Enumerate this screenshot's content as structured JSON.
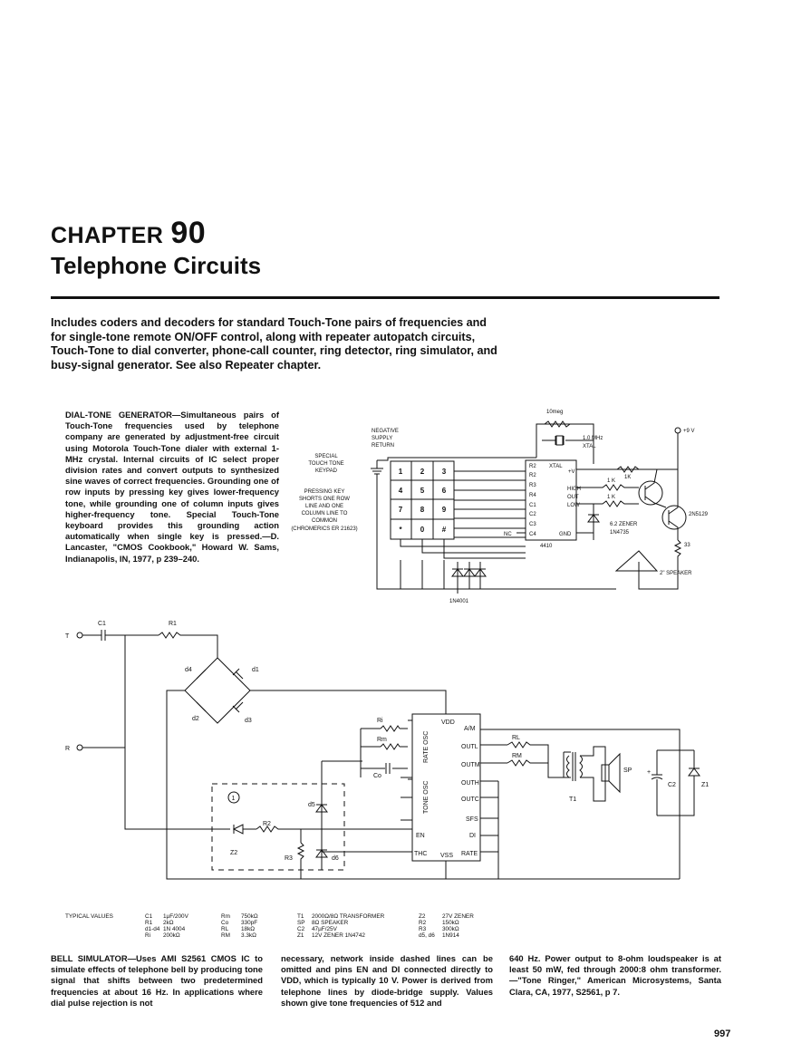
{
  "chapter": {
    "label": "CHAPTER",
    "number": "90",
    "title": "Telephone Circuits"
  },
  "intro": "Includes coders and decoders for standard Touch-Tone pairs of frequencies and for single-tone remote ON/OFF control, along with repeater autopatch circuits, Touch-Tone to dial converter, phone-call counter, ring detector, ring simulator, and busy-signal generator. See also Repeater chapter.",
  "dial_tone": {
    "heading": "DIAL-TONE GENERATOR",
    "body": "—Simultaneous pairs of Touch-Tone frequencies used by telephone company are generated by adjustment-free circuit using Motorola Touch-Tone dialer with external 1-MHz crystal. Internal circuits of IC select proper division rates and convert outputs to synthesized sine waves of correct frequencies. Grounding one of row inputs by pressing key gives lower-frequency tone, while grounding one of column inputs gives higher-frequency tone. Special Touch-Tone keyboard provides this grounding action automatically when single key is pressed.—D. Lancaster, \"CMOS Cookbook,\" Howard W. Sams, Indianapolis, IN, 1977, p 239–240."
  },
  "schematic1": {
    "neg_supply": [
      "NEGATIVE",
      "SUPPLY",
      "RETURN"
    ],
    "keypad_label": [
      "SPECIAL",
      "TOUCH TONE",
      "KEYPAD"
    ],
    "press_label": [
      "PRESSING KEY",
      "SHORTS ONE ROW",
      "LINE AND ONE",
      "COLUMN LINE TO",
      "COMMON",
      "(CHROMERICS ER 21623)"
    ],
    "keys": [
      "1",
      "2",
      "3",
      "4",
      "5",
      "6",
      "7",
      "8",
      "9",
      "*",
      "0",
      "#"
    ],
    "ic_pins_left": [
      "R2",
      "R2",
      "R3",
      "R4",
      "C1",
      "C2",
      "C3",
      "C4"
    ],
    "ic_xtal": "XTAL",
    "ic_plusv": "+V",
    "ic_high": "HIGH",
    "ic_out": "OUT",
    "ic_low": "LOW",
    "ic_gnd": "GND",
    "ic_part": "4410",
    "nc": "NC",
    "r_10meg": "10meg",
    "xtal_label": [
      "1.0 MHz",
      "XTAL"
    ],
    "supply": "+9 V",
    "r_1k_a": "1K",
    "r_1k_b": "1 K",
    "r_1k_c": "1 K",
    "zener": [
      "6.2 ZENER",
      "1N4735"
    ],
    "transistor": "2N5129",
    "r_33": "33",
    "speaker": "2\" SPEAKER",
    "diodes": "1N4001"
  },
  "schematic2": {
    "T": "T",
    "R": "R",
    "C1": "C1",
    "R1": "R1",
    "d4": "d4",
    "d1": "d1",
    "d2": "d2",
    "d3": "d3",
    "Ri": "Ri",
    "Rm": "Rm",
    "Co": "Co",
    "d5": "d5",
    "d6": "d6",
    "R2": "R2",
    "R3": "R3",
    "Z2": "Z2",
    "circle1": "1",
    "vdd": "VDD",
    "am": "A/M",
    "outl": "OUTL",
    "outm": "OUTM",
    "outh": "OUTH",
    "outc": "OUTC",
    "sfs": "SFS",
    "en": "EN",
    "di": "DI",
    "thc": "THC",
    "vss": "VSS",
    "rate": "RATE",
    "rate_osc": "RATE OSC",
    "tone_osc": "TONE OSC",
    "RL": "RL",
    "RM": "RM",
    "T1": "T1",
    "SP": "SP",
    "C2": "C2",
    "Z1": "Z1",
    "plus": "+"
  },
  "typical_values": {
    "label": "TYPICAL VALUES",
    "col1": [
      [
        "C1",
        "1µF/200V"
      ],
      [
        "R1",
        "2kΩ"
      ],
      [
        "d1-d4",
        "1N 4004"
      ],
      [
        "Ri",
        "200kΩ"
      ]
    ],
    "col2": [
      [
        "Rm",
        "750kΩ"
      ],
      [
        "Co",
        "330pF"
      ],
      [
        "RL",
        "18kΩ"
      ],
      [
        "RM",
        "3.3kΩ"
      ]
    ],
    "col3": [
      [
        "T1",
        "2000Ω/8Ω TRANSFORMER"
      ],
      [
        "SP",
        "8Ω SPEAKER"
      ],
      [
        "C2",
        "47µF/25V"
      ],
      [
        "Z1",
        "12V ZENER 1N4742"
      ]
    ],
    "col4": [
      [
        "Z2",
        "27V ZENER"
      ],
      [
        "R2",
        "150kΩ"
      ],
      [
        "R3",
        "300kΩ"
      ],
      [
        "d5, d6",
        "1N914"
      ]
    ]
  },
  "bell": {
    "heading": "BELL SIMULATOR",
    "col1": "—Uses AMI S2561 CMOS IC to simulate effects of telephone bell by producing tone signal that shifts between two predetermined frequencies at about 16 Hz. In applications where dial pulse rejection is not",
    "col2": "necessary, network inside dashed lines can be omitted and pins EN and DI connected directly to VDD, which is typically 10 V. Power is derived from telephone lines by diode-bridge supply. Values shown give tone frequencies of 512 and",
    "col3": "640 Hz. Power output to 8-ohm loudspeaker is at least 50 mW, fed through 2000:8 ohm transformer.—\"Tone Ringer,\" American Microsystems, Santa Clara, CA, 1977, S2561, p 7."
  },
  "page_number": "997"
}
